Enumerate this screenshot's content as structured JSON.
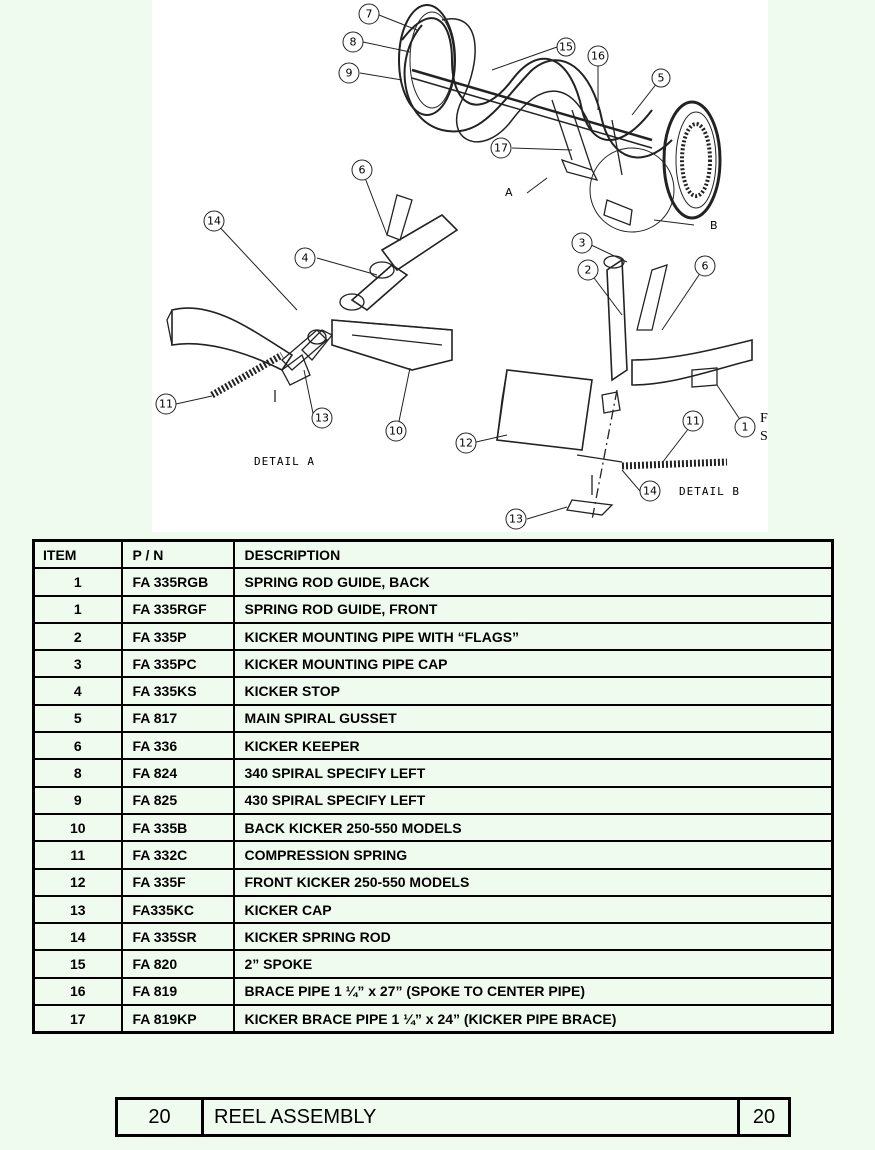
{
  "drawing": {
    "callouts": [
      "7",
      "8",
      "9",
      "15",
      "16",
      "5",
      "17",
      "6",
      "14",
      "4",
      "3",
      "2",
      "6",
      "11",
      "13",
      "10",
      "1",
      "11",
      "12",
      "14",
      "13"
    ],
    "detail_a_pointer": "A",
    "detail_b_pointer": "B",
    "detail_a_label": "DETAIL A",
    "detail_b_label": "DETAIL B",
    "front_label_line1": "FRONT",
    "front_label_line2": "SHOWN"
  },
  "parts_table": {
    "headers": [
      "ITEM",
      "P / N",
      "DESCRIPTION"
    ],
    "rows": [
      [
        "1",
        "FA 335RGB",
        "SPRING ROD GUIDE, BACK"
      ],
      [
        "1",
        "FA 335RGF",
        "SPRING ROD GUIDE, FRONT"
      ],
      [
        "2",
        "FA 335P",
        "KICKER MOUNTING PIPE WITH “FLAGS”"
      ],
      [
        "3",
        "FA 335PC",
        "KICKER MOUNTING PIPE CAP"
      ],
      [
        "4",
        "FA 335KS",
        "KICKER STOP"
      ],
      [
        "5",
        "FA 817",
        "MAIN SPIRAL GUSSET"
      ],
      [
        "6",
        "FA 336",
        "KICKER KEEPER"
      ],
      [
        "8",
        "FA 824",
        "340 SPIRAL SPECIFY LEFT"
      ],
      [
        "9",
        "FA 825",
        "430 SPIRAL SPECIFY LEFT"
      ],
      [
        "10",
        "FA 335B",
        "BACK KICKER 250-550 MODELS"
      ],
      [
        "11",
        "FA 332C",
        "COMPRESSION SPRING"
      ],
      [
        "12",
        "FA 335F",
        "FRONT KICKER 250-550 MODELS"
      ],
      [
        "13",
        "FA335KC",
        "KICKER CAP"
      ],
      [
        "14",
        "FA 335SR",
        "KICKER SPRING ROD"
      ],
      [
        "15",
        "FA 820",
        "2” SPOKE"
      ],
      [
        "16",
        "FA 819",
        "BRACE PIPE 1 ¼” x 27” (SPOKE TO CENTER PIPE)"
      ],
      [
        "17",
        "FA 819KP",
        "KICKER BRACE PIPE 1 ¼” x 24” (KICKER PIPE BRACE)"
      ]
    ]
  },
  "footer": {
    "page_left": "20",
    "title": "REEL ASSEMBLY",
    "page_right": "20"
  }
}
